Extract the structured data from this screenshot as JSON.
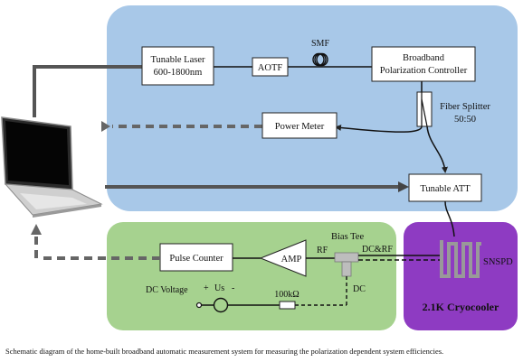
{
  "components": {
    "laser": [
      "Tunable Laser",
      "600-1800nm"
    ],
    "aotf": "AOTF",
    "smf": "SMF",
    "polarization_controller": [
      "Broadband",
      "Polarization Controller"
    ],
    "fiber_splitter": [
      "Fiber Splitter",
      "50:50"
    ],
    "power_meter": "Power Meter",
    "att": "Tunable  ATT",
    "bias_tee": "Bias Tee",
    "rf": "RF",
    "dcrf": "DC&RF",
    "dc": "DC",
    "snspd": "SNSPD",
    "cryocooler": "2.1K Cryocooler",
    "amp": "AMP",
    "pulse_counter": "Pulse Counter",
    "dc_voltage": "DC Voltage",
    "plus": "+",
    "us": "Us",
    "minus": "-",
    "resistor": "100kΩ"
  },
  "caption": "Schematic diagram of the home-built broadband automatic measurement system for measuring the polarization dependent system efficiencies.",
  "colors": {
    "optical_panel": "#a8c8e8",
    "electrical_panel": "#a6d28f",
    "cryo_panel": "#8e3bc2",
    "arrow": "#555555",
    "dashed": "#666666"
  }
}
